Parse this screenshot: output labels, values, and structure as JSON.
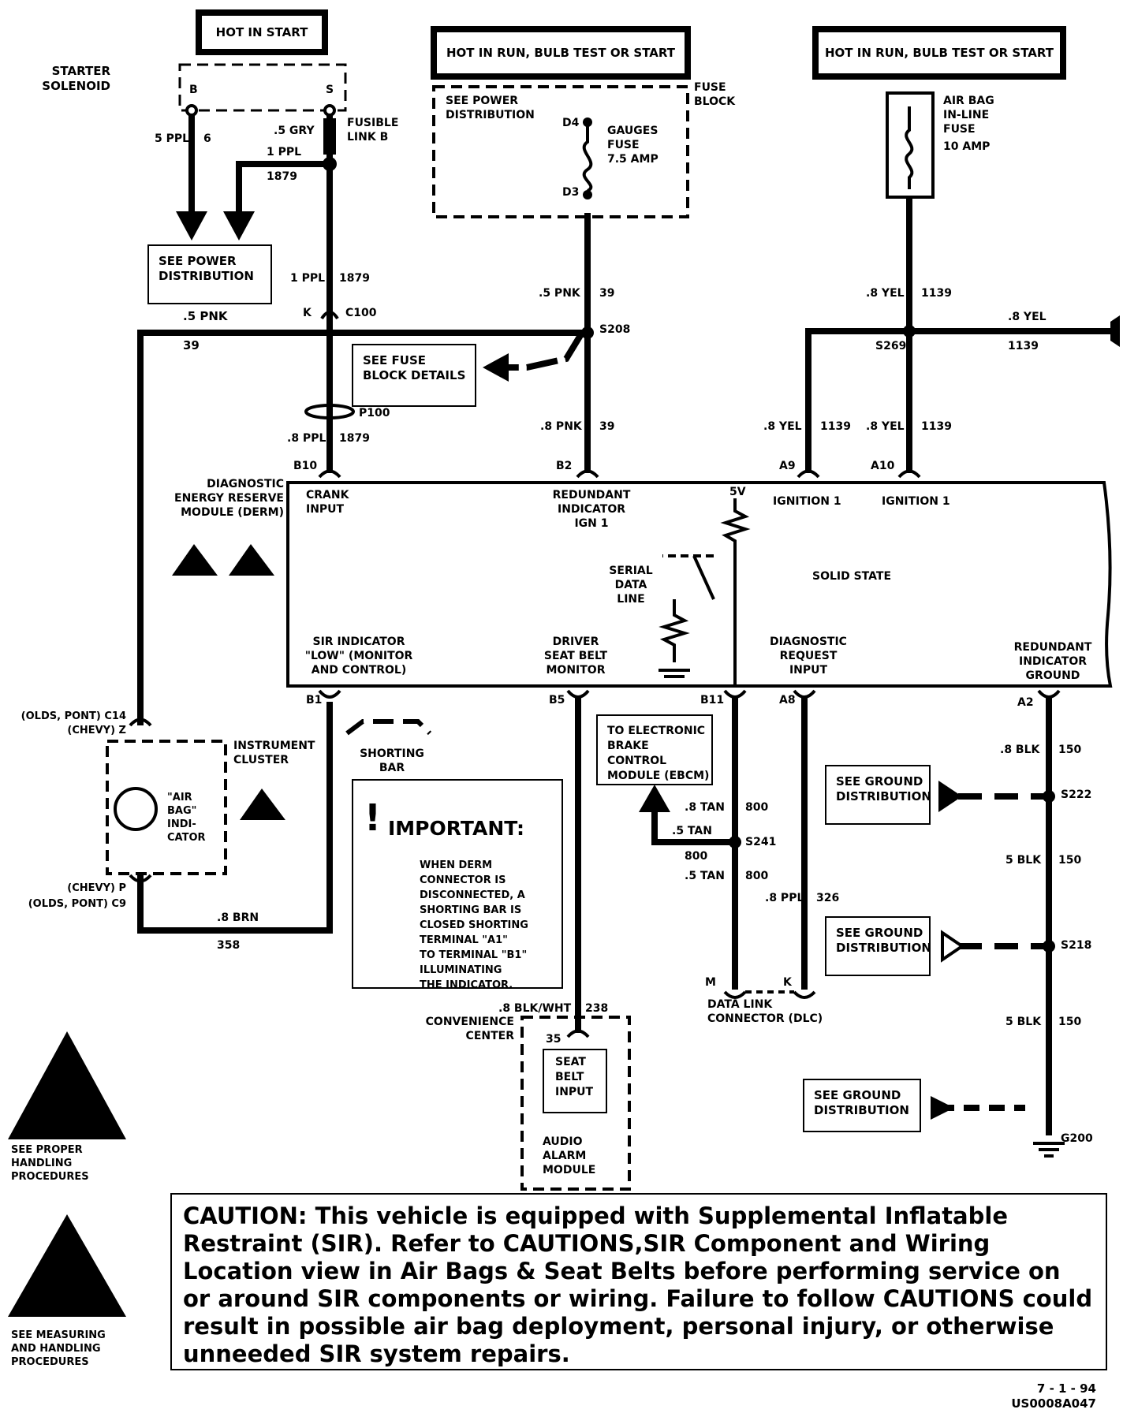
{
  "hot_boxes": {
    "start": "HOT IN START",
    "run_left": "HOT IN RUN, BULB TEST OR START",
    "run_right": "HOT IN RUN, BULB TEST OR START"
  },
  "labels": {
    "starter_solenoid": "STARTER\nSOLENOID",
    "term_b": "B",
    "term_s": "S",
    "w_5ppl": "5 PPL",
    "w_6": "6",
    "w_5gry": ".5 GRY",
    "fusible_link": "FUSIBLE\nLINK B",
    "w_1ppl_a": "1 PPL",
    "w_1879_a": "1879",
    "w_1ppl_b": "1 PPL",
    "w_1879_b": "1879",
    "w_5pnk_left": ".5 PNK",
    "w_39_left": "39",
    "conn_k": "K",
    "c100": "C100",
    "p100": "P100",
    "w_8ppl": ".8 PPL",
    "w_1879_c": "1879",
    "see_power_dist_inner": "SEE POWER\nDISTRIBUTION",
    "d4": "D4",
    "d3": "D3",
    "gauges_fuse": "GAUGES\nFUSE\n7.5 AMP",
    "fuse_block": "FUSE\nBLOCK",
    "w_5pnk_mid": ".5 PNK",
    "w_39_mid": "39",
    "s208": "S208",
    "w_8pnk": ".8 PNK",
    "w_39_mid2": "39",
    "airbag_fuse": "AIR BAG\nIN-LINE\nFUSE",
    "airbag_fuse_amp": "10  AMP",
    "w_8yel_a": ".8 YEL",
    "w_1139_a": "1139",
    "w_8yel_b": ".8 YEL",
    "w_1139_b": "1139",
    "s269": "S269",
    "w_8yel_c": ".8 YEL",
    "w_1139_c": "1139",
    "w_8yel_d": ".8 YEL",
    "w_1139_d": "1139",
    "pin_b10": "B10",
    "pin_b2": "B2",
    "pin_a9": "A9",
    "pin_a10": "A10",
    "derm": "DIAGNOSTIC\nENERGY RESERVE\nMODULE (DERM)",
    "crank_input": "CRANK\nINPUT",
    "redundant_ign": "REDUNDANT\nINDICATOR\nIGN 1",
    "five_v": "5V",
    "ignition1_a": "IGNITION 1",
    "ignition1_b": "IGNITION 1",
    "serial_data": "SERIAL\nDATA\nLINE",
    "solid_state": "SOLID STATE",
    "sir_indicator": "SIR INDICATOR\n\"LOW\" (MONITOR\nAND CONTROL)",
    "driver_seat_belt": "DRIVER\nSEAT BELT\nMONITOR",
    "diag_request": "DIAGNOSTIC\nREQUEST\nINPUT",
    "redundant_ground": "REDUNDANT\nINDICATOR\nGROUND",
    "pin_b1": "B1",
    "pin_b5": "B5",
    "pin_b11": "B11",
    "pin_a8": "A8",
    "pin_a2": "A2",
    "olds_c14": "(OLDS, PONT) C14",
    "chevy_z": "(CHEVY)  Z",
    "instrument_cluster": "INSTRUMENT\nCLUSTER",
    "airbag_indicator": "\"AIR\nBAG\"\nINDI-\nCATOR",
    "chevy_p": "(CHEVY)  P",
    "olds_c9": "(OLDS, PONT)  C9",
    "w_8brn": ".8 BRN",
    "w_358": "358",
    "shorting_bar": "SHORTING\nBAR",
    "ebcm": "TO  ELECTRONIC\nBRAKE  CONTROL\nMODULE  (EBCM)",
    "w_8tan": ".8 TAN",
    "w_800_a": "800",
    "w_5tan_a": ".5  TAN",
    "w_800_b": "800",
    "s241": "S241",
    "w_5tan_b": ".5 TAN",
    "w_800_c": "800",
    "w_8ppl_b": ".8 PPL",
    "w_326": "326",
    "dlc_m": "M",
    "dlc_k": "K",
    "dlc": "DATA LINK\nCONNECTOR (DLC)",
    "w_8blkwht": ".8 BLK/WHT",
    "w_238": "238",
    "convenience_center": "CONVENIENCE\nCENTER",
    "pin_35": "35",
    "seat_belt_input": "SEAT\nBELT\nINPUT",
    "audio_alarm": "AUDIO\nALARM\nMODULE",
    "w_8blk": ".8 BLK",
    "w_150_a": "150",
    "s222": "S222",
    "w_5blk_a": "5 BLK",
    "w_150_b": "150",
    "s218": "S218",
    "w_5blk_b": "5 BLK",
    "w_150_c": "150",
    "g200": "G200",
    "see_proper": "SEE PROPER\nHANDLING\nPROCEDURES",
    "see_measuring": "SEE MEASURING\nAND HANDLING\nPROCEDURES"
  },
  "ref_boxes": {
    "power_dist": "SEE POWER\nDISTRIBUTION",
    "fuse_block_details": "SEE FUSE\nBLOCK DETAILS",
    "ground_dist_1": "SEE GROUND\nDISTRIBUTION",
    "ground_dist_2": "SEE GROUND\nDISTRIBUTION",
    "ground_dist_3": "SEE GROUND\nDISTRIBUTION"
  },
  "important": {
    "bang": "!",
    "title": "IMPORTANT:",
    "body": "WHEN DERM\nCONNECTOR IS\nDISCONNECTED, A\nSHORTING BAR IS\nCLOSED SHORTING\nTERMINAL \"A1\"\nTO TERMINAL \"B1\"\nILLUMINATING\nTHE INDICATOR."
  },
  "caution": "CAUTION:     This vehicle is equipped with Supplemental Inflatable Restraint (SIR).  Refer to CAUTIONS,SIR Component and Wiring Location view in  Air Bags & Seat Belts  before  performing service on or around SIR components or wiring.  Failure to follow CAUTIONS could result in possible air bag deployment, personal injury, or otherwise unneeded SIR system repairs.",
  "footer": {
    "date": "7 - 1 - 94",
    "code": "US0008A047"
  }
}
